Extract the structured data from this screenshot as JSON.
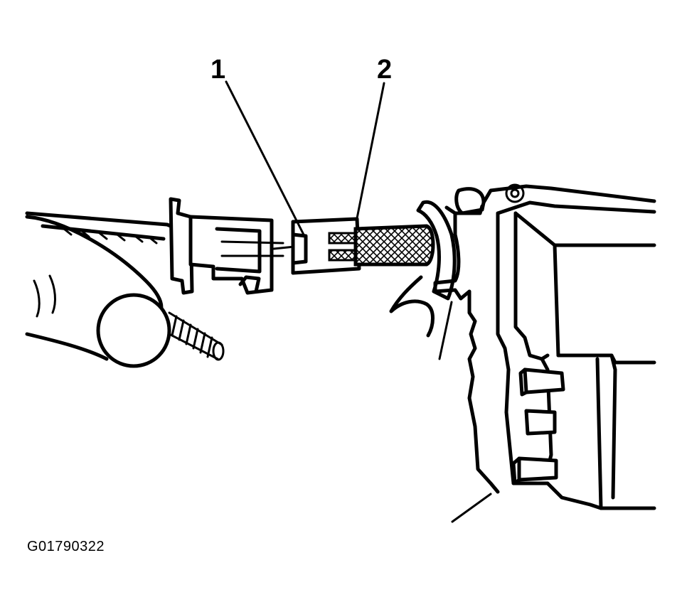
{
  "callouts": [
    {
      "id": "1",
      "label": "1"
    },
    {
      "id": "2",
      "label": "2"
    }
  ],
  "figure_code": "G01790322",
  "colors": {
    "ink": "#000000",
    "paper": "#ffffff"
  }
}
